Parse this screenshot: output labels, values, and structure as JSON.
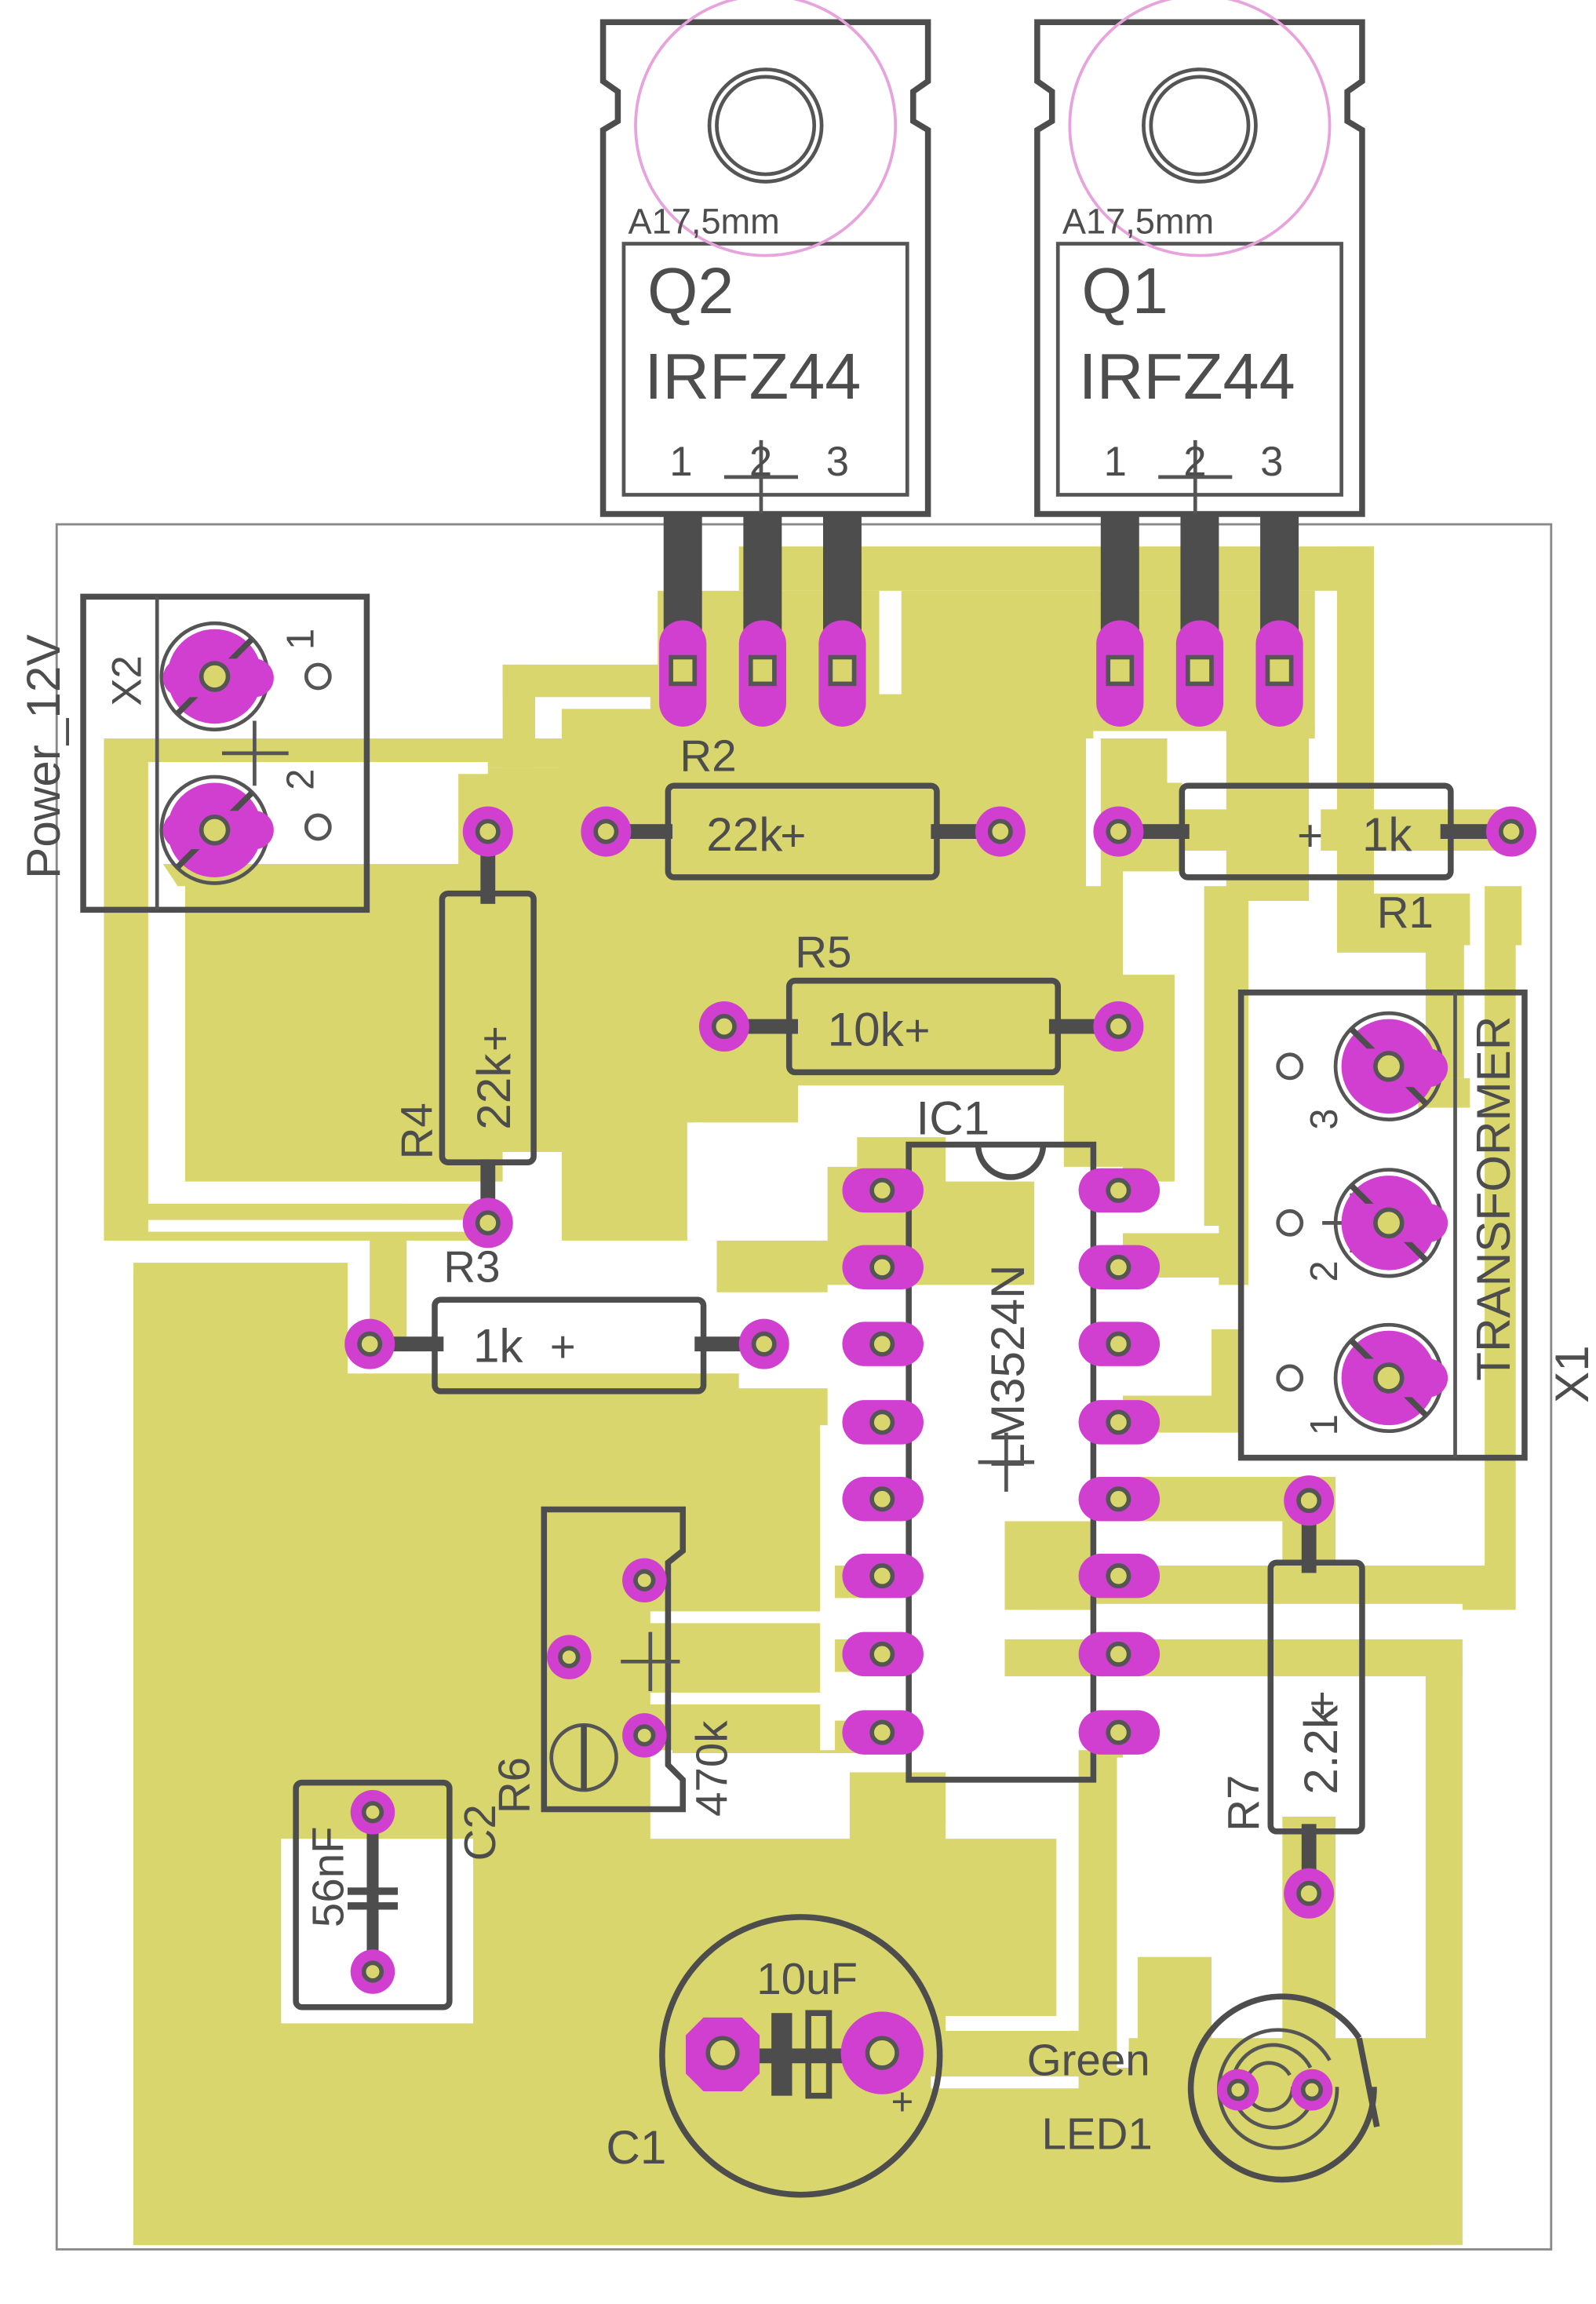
{
  "colors": {
    "copper": "#d8d66c",
    "pad": "#d13fd1",
    "silkscreen": "#4d4d4d",
    "background": "#ffffff",
    "mounting_ring": "#e7a3dc"
  },
  "components": {
    "q2": {
      "name": "Q2",
      "part": "IRFZ44",
      "pin1": "1",
      "pin2": "2",
      "pin3": "3",
      "hole": "A17,5mm"
    },
    "q1": {
      "name": "Q1",
      "part": "IRFZ44",
      "pin1": "1",
      "pin2": "2",
      "pin3": "3",
      "hole": "A17,5mm"
    },
    "x2": {
      "name": "X2",
      "label": "Power_12V",
      "pin1": "1",
      "pin2": "2"
    },
    "x1": {
      "name": "X1",
      "label": "TRANSFORMER",
      "pin1": "1",
      "pin2": "2",
      "pin3": "3"
    },
    "r1": {
      "name": "R1",
      "value": "1k"
    },
    "r2": {
      "name": "R2",
      "value": "22k"
    },
    "r3": {
      "name": "R3",
      "value": "1k"
    },
    "r4": {
      "name": "R4",
      "value": "22k"
    },
    "r5": {
      "name": "R5",
      "value": "10k"
    },
    "r6": {
      "name": "R6",
      "value": "470k"
    },
    "r7": {
      "name": "R7",
      "value": "2.2k"
    },
    "ic1": {
      "name": "IC1",
      "part": "LM3524N"
    },
    "c1": {
      "name": "C1",
      "value": "10uF",
      "polarity": "+"
    },
    "c2": {
      "name": "C2",
      "value": "56nF"
    },
    "led1": {
      "name": "LED1",
      "color": "Green"
    }
  },
  "markers": {
    "plus": "+"
  }
}
